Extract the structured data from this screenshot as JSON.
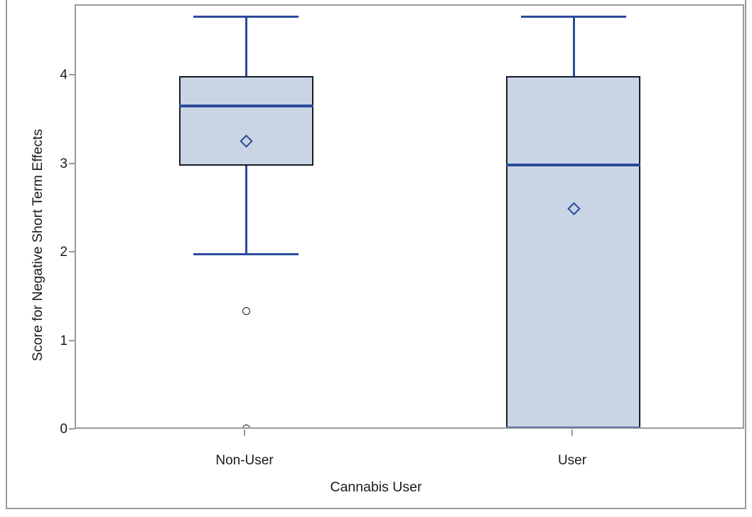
{
  "chart_data": {
    "type": "box",
    "title": "",
    "xlabel": "Cannabis User",
    "ylabel": "Score for Negative Short Term Effects",
    "categories": [
      "Non-User",
      "User"
    ],
    "ylim": [
      -0.05,
      4.8
    ],
    "yticks": [
      0,
      1,
      2,
      3,
      4
    ],
    "ytick_labels": [
      "0",
      "1",
      "2",
      "3",
      "4"
    ],
    "grid": false,
    "legend": "none",
    "boxes": [
      {
        "category": "Non-User",
        "whisker_low": 2.0,
        "q1": 3.0,
        "median": 3.67,
        "q3": 4.0,
        "whisker_high": 4.67,
        "mean": 3.27,
        "outliers": [
          1.33,
          0.02
        ]
      },
      {
        "category": "User",
        "whisker_low": 0.0,
        "q1": 0.0,
        "median": 3.0,
        "q3": 4.0,
        "whisker_high": 4.67,
        "mean": 2.51,
        "outliers": []
      }
    ],
    "colors": {
      "box_fill": "#c9d5e4",
      "box_border": "#1a1a28",
      "median": "#2a4b9b",
      "whisker": "#2a4b9b",
      "mean_marker": "#2a4b9b",
      "outlier": "#1a1a1a",
      "axis": "#9a9a9a",
      "background": "#ffffff"
    }
  },
  "axes": {
    "y_title": "Score for Negative Short Term Effects",
    "x_title": "Cannabis User",
    "y_tick_labels": [
      "0",
      "1",
      "2",
      "3",
      "4"
    ],
    "x_tick_labels": [
      "Non-User",
      "User"
    ]
  }
}
